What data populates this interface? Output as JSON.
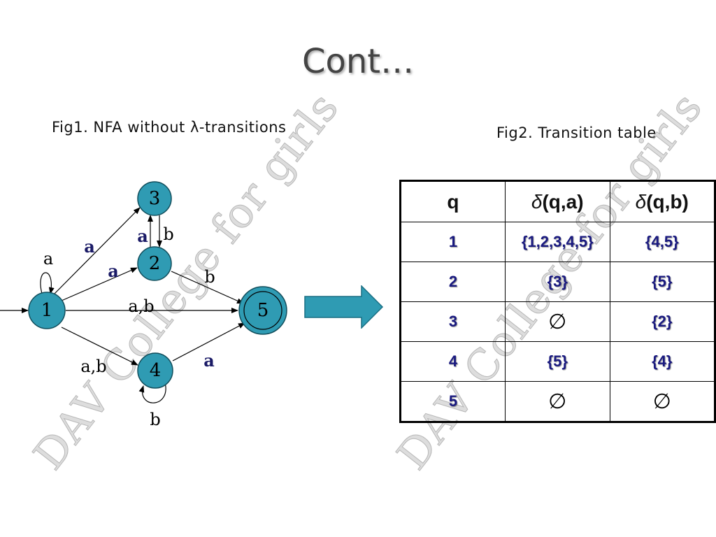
{
  "slide": {
    "title": "Cont…",
    "fig1_caption": "Fig1. NFA without λ-transitions",
    "fig2_caption": "Fig2. Transition table",
    "watermark": "DAV College for girls"
  },
  "nfa": {
    "states": [
      "1",
      "2",
      "3",
      "4",
      "5"
    ],
    "start_state": "1",
    "accepting_states": [
      "5"
    ],
    "transitions": [
      {
        "from": "1",
        "to": "1",
        "label": "a"
      },
      {
        "from": "1",
        "to": "3",
        "label": "a"
      },
      {
        "from": "1",
        "to": "2",
        "label": "a"
      },
      {
        "from": "1",
        "to": "5",
        "label": "a,b"
      },
      {
        "from": "1",
        "to": "4",
        "label": "a,b"
      },
      {
        "from": "2",
        "to": "3",
        "label": "a"
      },
      {
        "from": "3",
        "to": "2",
        "label": "b"
      },
      {
        "from": "2",
        "to": "5",
        "label": "b"
      },
      {
        "from": "4",
        "to": "5",
        "label": "a"
      },
      {
        "from": "4",
        "to": "4",
        "label": "b"
      }
    ],
    "colors": {
      "state_fill": "#2f9bb3",
      "arrow_fill": "#2f9bb3"
    }
  },
  "table": {
    "headers": {
      "q": "q",
      "delta_symbol": "δ",
      "col_a": "(q,a)",
      "col_b": "(q,b)"
    },
    "rows": [
      {
        "q": "1",
        "a": "{1,2,3,4,5}",
        "b": "{4,5}"
      },
      {
        "q": "2",
        "a": "{3}",
        "b": "{5}"
      },
      {
        "q": "3",
        "a": "∅",
        "b": "{2}"
      },
      {
        "q": "4",
        "a": "{5}",
        "b": "{4}"
      },
      {
        "q": "5",
        "a": "∅",
        "b": "∅"
      }
    ]
  }
}
